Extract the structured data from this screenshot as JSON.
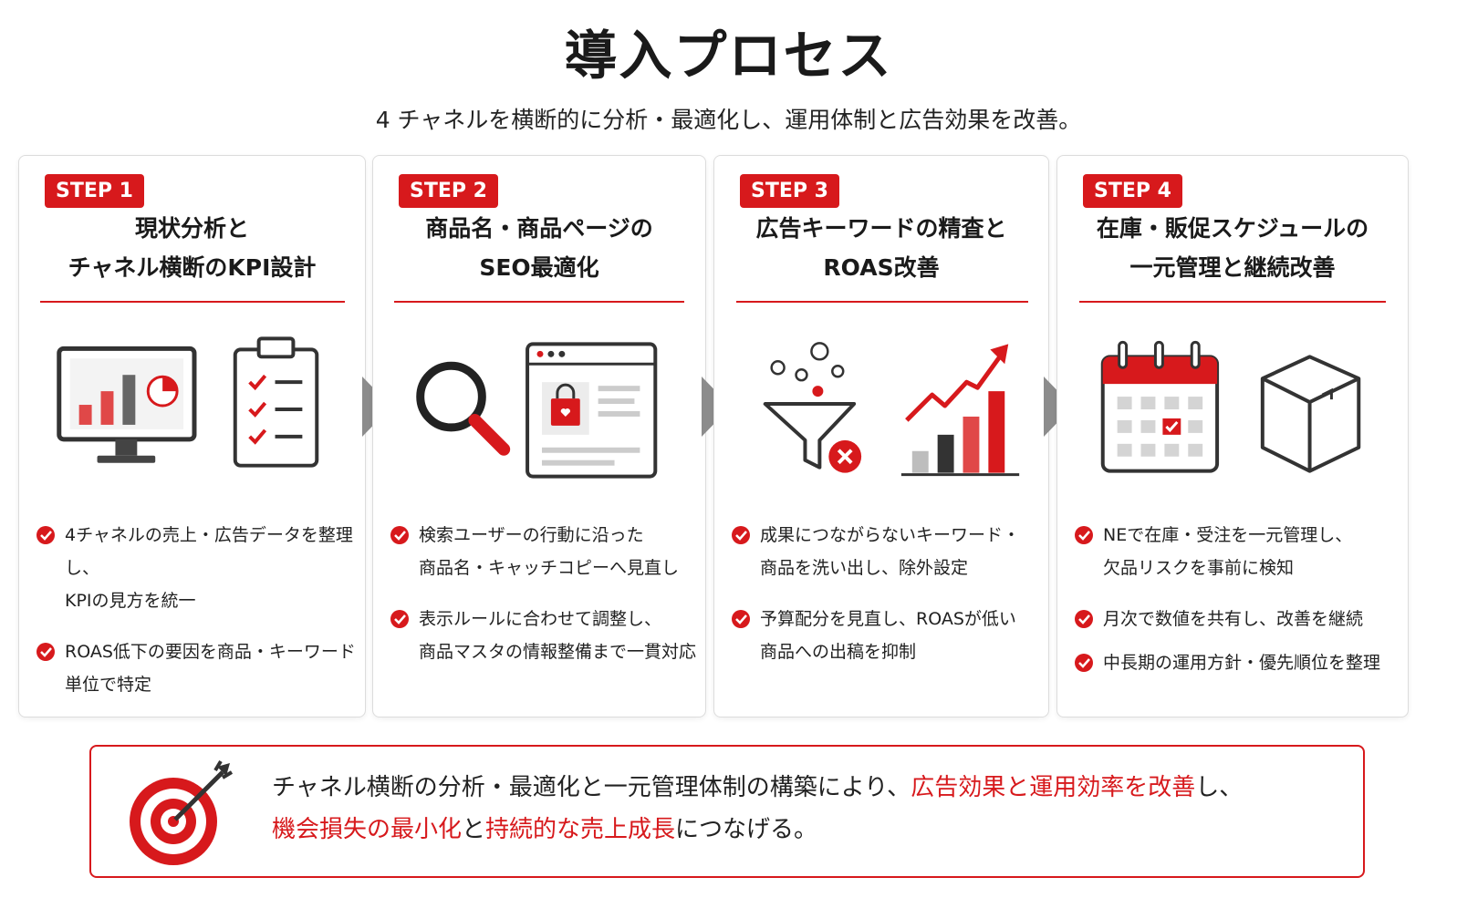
{
  "title": "導入プロセス",
  "subtitle": "4 チャネルを横断的に分析・最適化し、運用体制と広告効果を改善。",
  "accent_color": "#d7191c",
  "steps": [
    {
      "badge": "STEP 1",
      "title_lines": [
        "現状分析と",
        "チャネル横断のKPI設計"
      ],
      "icons": [
        "monitor-chart-icon",
        "checklist-clipboard-icon"
      ],
      "bullets": [
        {
          "lines": [
            "4チャネルの売上・広告データを整理し、",
            "KPIの見方を統一"
          ]
        },
        {
          "lines": [
            "ROAS低下の要因を商品・キーワード",
            "単位で特定"
          ]
        }
      ]
    },
    {
      "badge": "STEP 2",
      "title_lines": [
        "商品名・商品ページの",
        "SEO最適化"
      ],
      "icons": [
        "magnifier-icon",
        "product-page-icon"
      ],
      "bullets": [
        {
          "lines": [
            "検索ユーザーの行動に沿った",
            "商品名・キャッチコピーへ見直し"
          ]
        },
        {
          "lines": [
            "表示ルールに合わせて調整し、",
            "商品マスタの情報整備まで一貫対応"
          ]
        }
      ]
    },
    {
      "badge": "STEP 3",
      "title_lines": [
        "広告キーワードの精査と",
        "ROAS改善"
      ],
      "icons": [
        "funnel-filter-icon",
        "growth-bar-chart-icon"
      ],
      "bullets": [
        {
          "lines": [
            "成果につながらないキーワード・",
            "商品を洗い出し、除外設定"
          ]
        },
        {
          "lines": [
            "予算配分を見直し、ROASが低い",
            "商品への出稿を抑制"
          ]
        }
      ]
    },
    {
      "badge": "STEP 4",
      "title_lines": [
        "在庫・販促スケジュールの",
        "一元管理と継続改善"
      ],
      "icons": [
        "calendar-icon",
        "box-icon"
      ],
      "bullets": [
        {
          "lines": [
            "NEで在庫・受注を一元管理し、",
            "欠品リスクを事前に検知"
          ]
        },
        {
          "lines": [
            "月次で数値を共有し、改善を継続"
          ]
        },
        {
          "lines": [
            "中長期の運用方針・優先順位を整理"
          ]
        }
      ]
    }
  ],
  "summary": {
    "icon": "target-arrow-icon",
    "part1": "チャネル横断の分析・最適化と一元管理体制の構築により、",
    "highlight1": "広告効果と運用効率を改善",
    "part2": "し、",
    "highlight2": "機会損失の最小化",
    "part3": "と",
    "highlight3": "持続的な売上成長",
    "part4": "につなげる。"
  }
}
